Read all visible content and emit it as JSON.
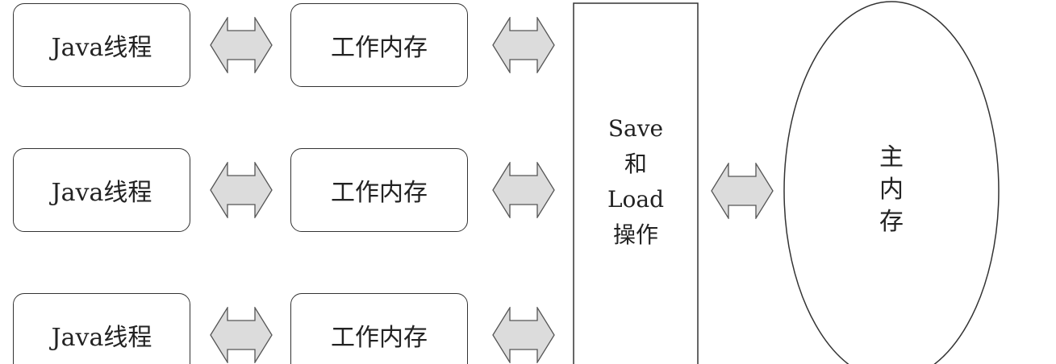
{
  "threads": [
    {
      "label": "Java线程"
    },
    {
      "label": "Java线程"
    },
    {
      "label": "Java线程"
    }
  ],
  "working_memory": [
    {
      "label": "工作内存"
    },
    {
      "label": "工作内存"
    },
    {
      "label": "工作内存"
    }
  ],
  "save_load": {
    "lines": [
      "Save",
      "和",
      "Load",
      "操作"
    ]
  },
  "main_memory": {
    "lines": [
      "主",
      "内",
      "存"
    ]
  },
  "colors": {
    "arrow_fill": "#dcdcdc",
    "stroke": "#333333"
  }
}
